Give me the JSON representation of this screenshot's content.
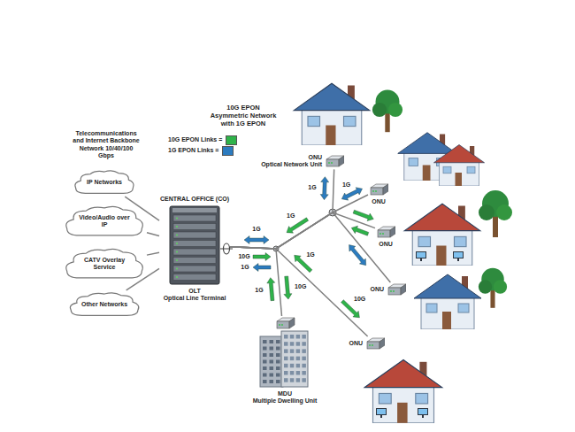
{
  "diagram": {
    "title": "10G EPON Asymmetric Network with 1G EPON",
    "nodes": [
      {
        "text": [
          "IP Networks"
        ]
      },
      {
        "text": [
          "Video/Audio over IP"
        ]
      },
      {
        "text": [
          "CATV Overlay Service"
        ]
      },
      {
        "text": [
          "Other Networks"
        ]
      },
      {
        "text": [
          "CENTRAL OFFICE (CO)",
          "OLT",
          "Optical Line Terminal"
        ]
      },
      {
        "text": [
          "ONU",
          "Optical Network Unit"
        ]
      },
      {
        "text": [
          "ONU"
        ]
      },
      {
        "text": [
          "ONU"
        ]
      },
      {
        "text": [
          "ONU"
        ]
      },
      {
        "text": [
          "MDU",
          "Multiple Dwelling Unit"
        ]
      },
      {
        "text": [
          "ONU"
        ]
      }
    ],
    "edges": [
      {
        "from": 0,
        "to": 4,
        "arrow": "none"
      },
      {
        "from": 1,
        "to": 4,
        "arrow": "none"
      },
      {
        "from": 2,
        "to": 4,
        "arrow": "none"
      },
      {
        "from": 3,
        "to": 4,
        "arrow": "none"
      },
      {
        "from": 4,
        "to": 5,
        "arrow": "none"
      },
      {
        "from": 4,
        "to": 6,
        "arrow": "none"
      },
      {
        "from": 4,
        "to": 7,
        "arrow": "none"
      },
      {
        "from": 4,
        "to": 8,
        "arrow": "none"
      },
      {
        "from": 4,
        "to": 9,
        "arrow": "none"
      },
      {
        "from": 4,
        "to": 10,
        "arrow": "none"
      }
    ],
    "labels": [
      "Telecommunications and Internet Backbone Network 10/40/100 Gbps",
      "1G",
      "10G",
      "1G",
      "1G",
      "1G",
      "1G",
      "10G",
      "10G",
      "1G",
      "1G"
    ],
    "legend": [
      {
        "text": "10G EPON Links =",
        "color": "#2fb34a"
      },
      {
        "text": "1G EPON Links =",
        "color": "#2c7bbf"
      }
    ]
  }
}
